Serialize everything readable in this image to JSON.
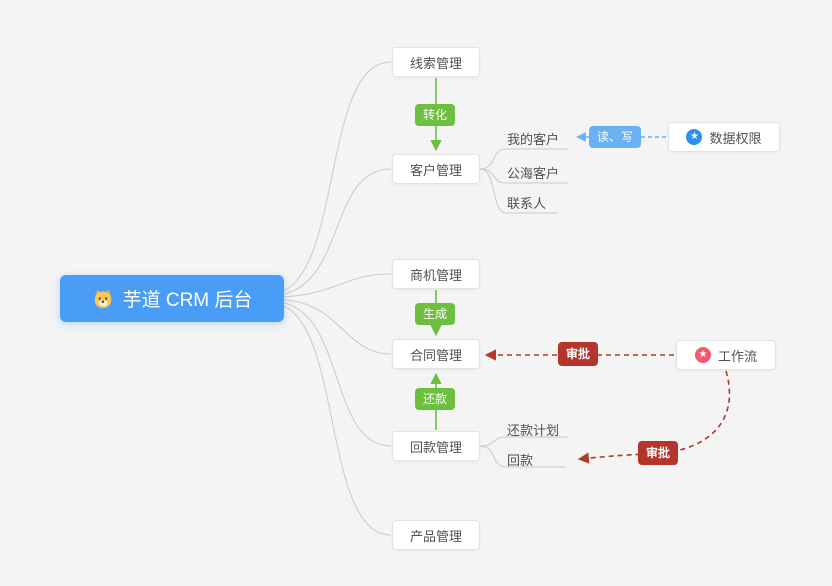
{
  "root": {
    "label": "芋道 CRM 后台",
    "icon": "dog-mascot-icon"
  },
  "modules": [
    {
      "label": "线索管理"
    },
    {
      "label": "客户管理"
    },
    {
      "label": "商机管理"
    },
    {
      "label": "合同管理"
    },
    {
      "label": "回款管理"
    },
    {
      "label": "产品管理"
    }
  ],
  "customer_children": [
    {
      "label": "我的客户"
    },
    {
      "label": "公海客户"
    },
    {
      "label": "联系人"
    }
  ],
  "receivable_children": [
    {
      "label": "还款计划"
    },
    {
      "label": "回款"
    }
  ],
  "flow_badges": {
    "convert": "转化",
    "generate": "生成",
    "repay": "还款"
  },
  "permission": {
    "label": "数据权限",
    "badge": "读、写",
    "icon": "star-icon",
    "icon_glyph": "★"
  },
  "workflow": {
    "label": "工作流",
    "approve_contract": "审批",
    "approve_receivable": "审批",
    "icon": "star-icon",
    "icon_glyph": "★"
  },
  "colors": {
    "root_bg": "#4a9df6",
    "flow_green": "#6ebf3f",
    "permission_blue": "#69b1f2",
    "approve_red": "#b5342c",
    "edge_gray": "#c9c9c9",
    "icon_blue": "#2e8ef7",
    "icon_red": "#ec5b6e",
    "background": "#f4f4f4"
  }
}
